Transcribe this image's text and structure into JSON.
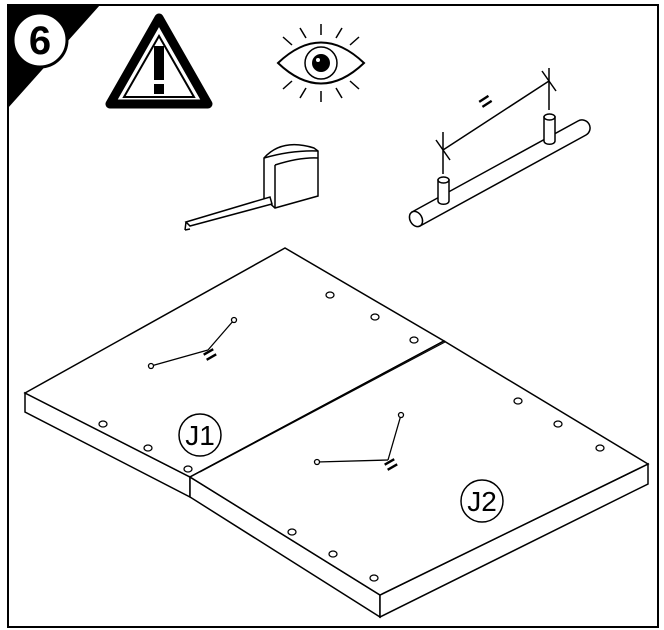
{
  "step": {
    "number": "6"
  },
  "icons": {
    "warning": "warning-triangle-icon",
    "inspect": "eye-icon",
    "measure": "tape-measure-icon",
    "align": "dowel-rail-icon"
  },
  "measure": {
    "equal_sign": "="
  },
  "panels": [
    {
      "label": "J1",
      "equal_sign": "="
    },
    {
      "label": "J2",
      "equal_sign": "="
    }
  ],
  "colors": {
    "ink": "#000000",
    "paper": "#ffffff"
  }
}
